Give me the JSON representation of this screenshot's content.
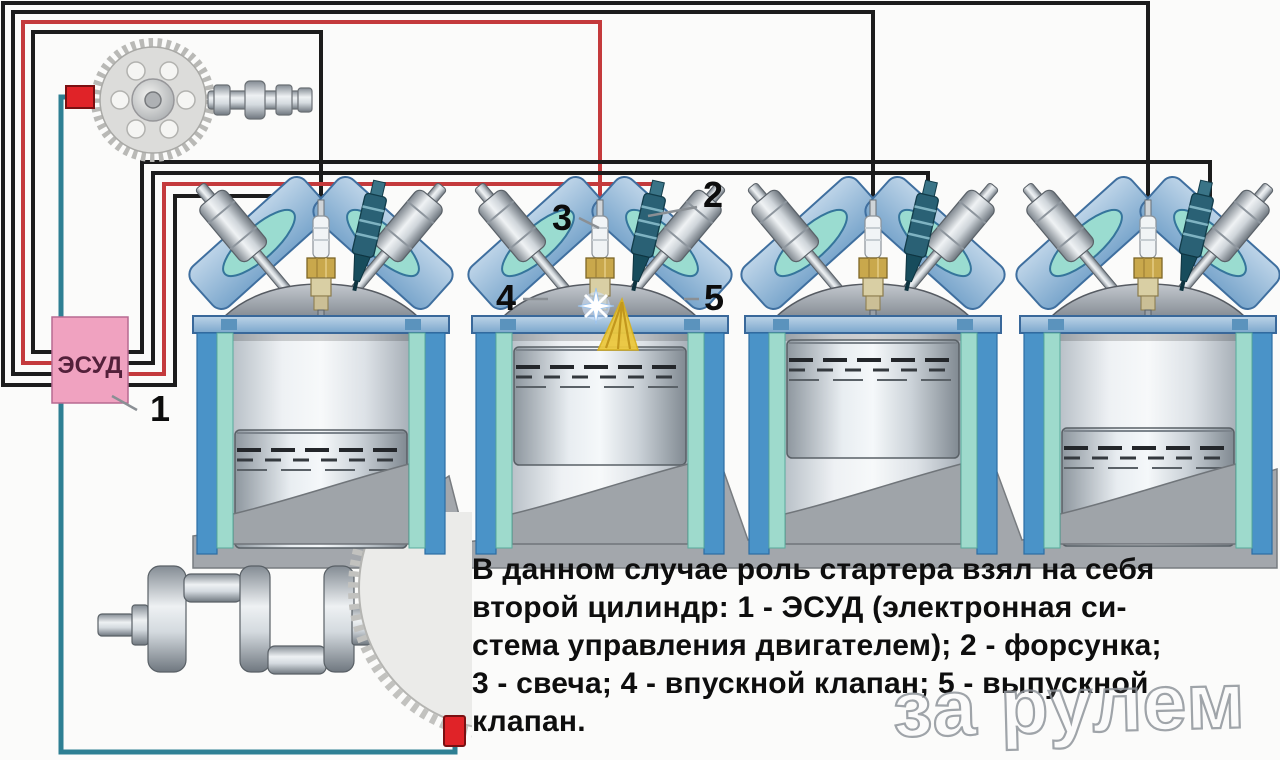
{
  "diagram": {
    "ecu": {
      "label": "ЭСУД"
    },
    "callouts": [
      {
        "n": "1"
      },
      {
        "n": "2"
      },
      {
        "n": "3"
      },
      {
        "n": "4"
      },
      {
        "n": "5"
      }
    ],
    "caption": {
      "lines": [
        "В данном случае роль стартера взял на себя",
        "второй цилиндр: 1 - ЭСУД (электронная си-",
        "стема управления двигателем); 2 - форсунка;",
        "3 - свеча; 4 - впускной клапан; 5 - выпускной",
        "клапан."
      ]
    },
    "watermark": {
      "text": "за рулем"
    },
    "colors": {
      "wire_black": "#1c1c1c",
      "wire_red": "#c43a3c",
      "wire_teal": "#2e7f93",
      "ecu_fill": "#f0a2c0",
      "sensor_red": "#e02328",
      "spray_yellow": "#ecc83e",
      "wall_blue": "#4a93c8",
      "liner_teal": "#9edacc"
    }
  }
}
